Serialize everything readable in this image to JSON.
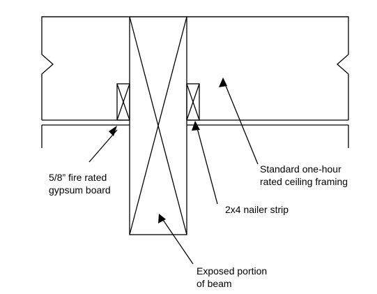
{
  "labels": {
    "gypsum": "5/8” fire rated\ngypsum board",
    "framing": "Standard one-hour\nrated ceiling framing",
    "nailer": "2x4 nailer strip",
    "beam": "Exposed portion\nof beam"
  },
  "colors": {
    "stroke": "#000000",
    "background": "#ffffff"
  }
}
